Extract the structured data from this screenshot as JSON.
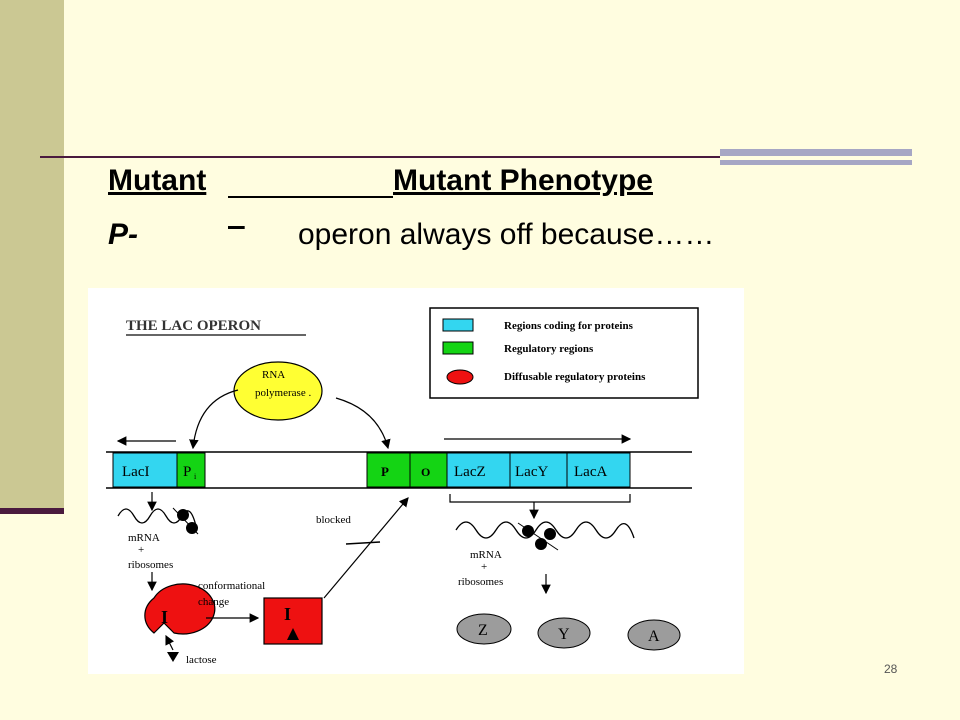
{
  "slide": {
    "header_left": "Mutant",
    "header_right": "Mutant Phenotype",
    "row_mutant": "P-",
    "row_phenotype": "operon always off because……",
    "slide_number": "28"
  },
  "diagram": {
    "title": "THE LAC OPERON",
    "legend": {
      "coding": "Regions coding for proteins",
      "regulatory": "Regulatory regions",
      "diffusable": "Diffusable regulatory proteins"
    },
    "polymerase": [
      "RNA",
      "polymerase ."
    ],
    "genes": {
      "laci": "LacI",
      "pi": "P",
      "pi_sub": "i",
      "p": "P",
      "o": "O",
      "lacz": "LacZ",
      "lacy": "LacY",
      "laca": "LacA"
    },
    "labels": {
      "blocked": "blocked",
      "mrna_left": "mRNA",
      "plus_left": "+",
      "ribosomes_left": "ribosomes",
      "conformational": "conformational",
      "change": "change",
      "lactose": "lactose",
      "mrna_right": "mRNA",
      "plus_right": "+",
      "ribosomes_right": "ribosomes"
    },
    "repressor_label": "I",
    "products": [
      "Z",
      "Y",
      "A"
    ],
    "colors": {
      "coding": "#33d6f0",
      "regulatory": "#14d414",
      "protein": "#ee1111",
      "polymerase": "#ffff33",
      "product": "#9c9c9c"
    }
  }
}
